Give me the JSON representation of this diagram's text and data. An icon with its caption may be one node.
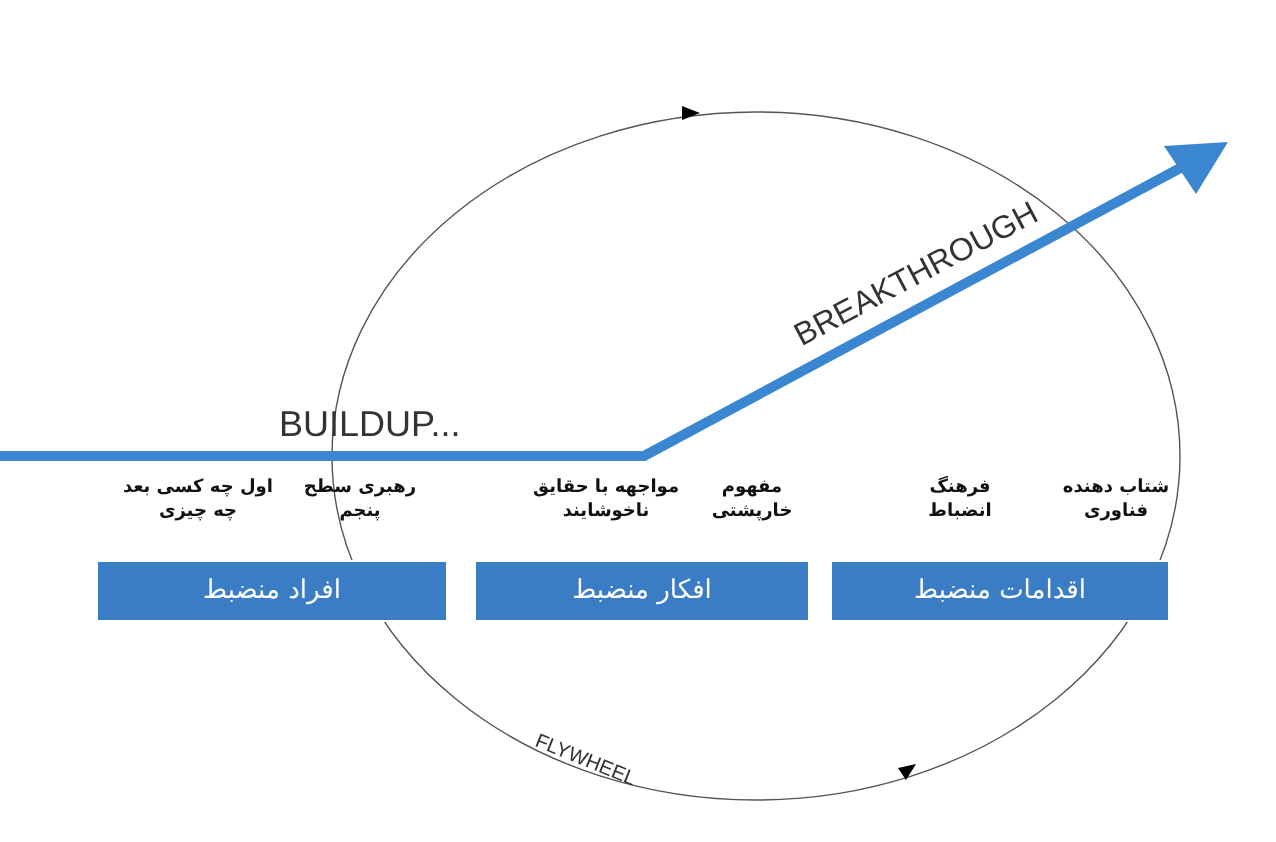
{
  "diagram": {
    "nodes": [
      {
        "text": [
          "افراد منضبط"
        ],
        "beside": [
          "رهبری سطح پنجم",
          "اول چه کسی بعد چه چیزی"
        ]
      },
      {
        "text": [
          "افکار منضبط"
        ],
        "beside": [
          "مفهوم خارپشتی",
          "مواجهه با حقایق ناخوشایند"
        ]
      },
      {
        "text": [
          "اقدامات منضبط"
        ],
        "beside": [
          "شتاب دهنده فناوری",
          "فرهنگ انضباط"
        ]
      }
    ],
    "labels": [
      "BUILDUP...",
      "BREAKTHROUGH",
      "FLYWHEEL"
    ]
  }
}
